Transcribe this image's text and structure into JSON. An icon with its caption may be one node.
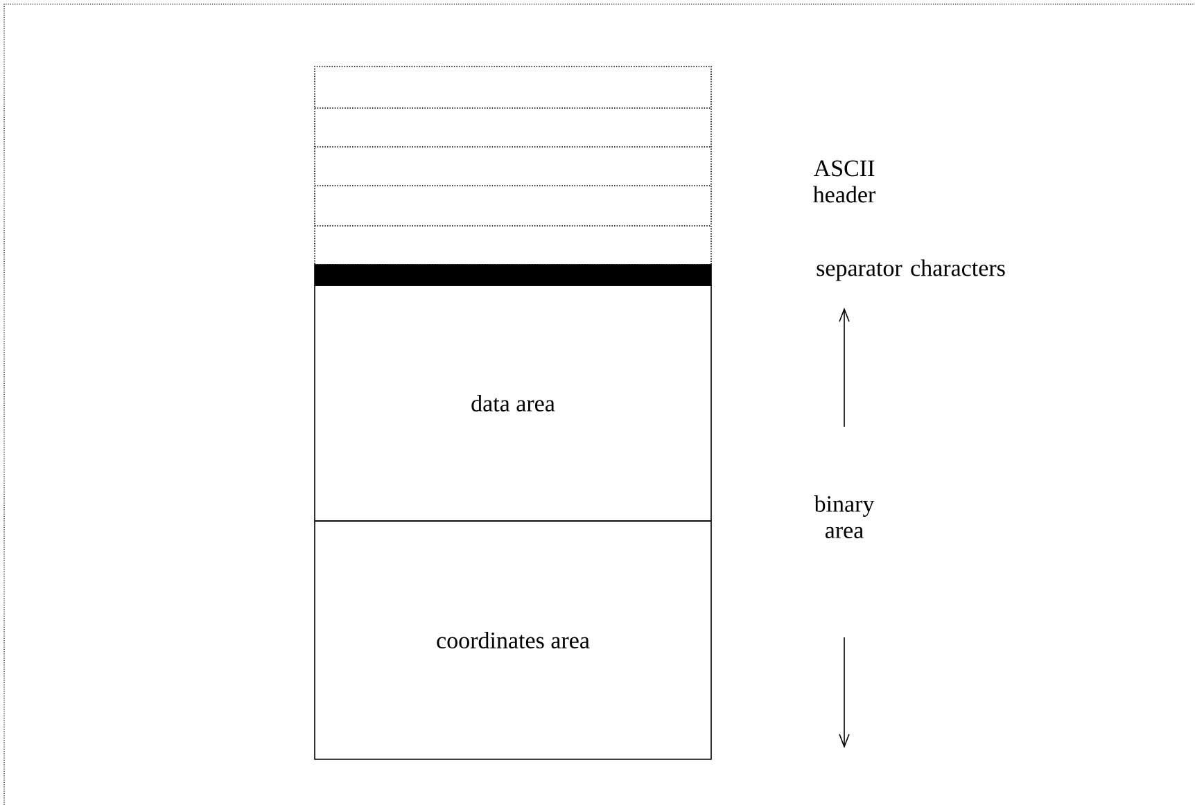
{
  "diagram": {
    "nodes": [
      {
        "text": [],
        "shape": "box"
      },
      {
        "text": [],
        "shape": "bar"
      },
      {
        "text": [
          "data area"
        ]
      },
      {
        "text": [
          "coordinates area"
        ]
      }
    ],
    "edges": [],
    "labels": [
      "ASCII header",
      "separator characters",
      "binary area"
    ]
  }
}
